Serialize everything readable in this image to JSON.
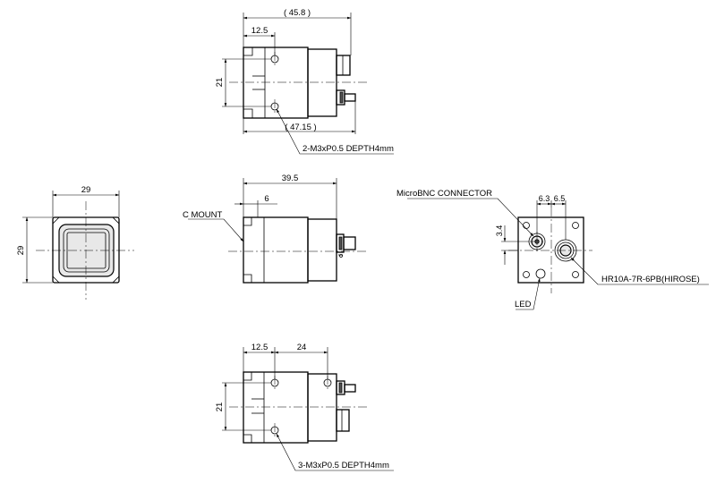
{
  "dimensions": {
    "top_overall_length": "( 45.8 )",
    "top_front_length": "12.5",
    "top_height": "21",
    "top_rear_length": "( 47.15 )",
    "front_width": "29",
    "front_height": "29",
    "side_length": "39.5",
    "side_flange": "6",
    "rear_offset_a": "6.3",
    "rear_offset_b": "6.5",
    "rear_offset_v": "3.4",
    "bottom_front_length": "12.5",
    "bottom_mid_length": "24",
    "bottom_height": "21"
  },
  "callouts": {
    "top_tapped_holes": "2-M3xP0.5 DEPTH4mm",
    "c_mount": "C MOUNT",
    "microbnc": "MicroBNC CONNECTOR",
    "hirose": "HR10A-7R-6PB(HIROSE)",
    "led": "LED",
    "bottom_tapped_holes": "3-M3xP0.5 DEPTH4mm"
  }
}
